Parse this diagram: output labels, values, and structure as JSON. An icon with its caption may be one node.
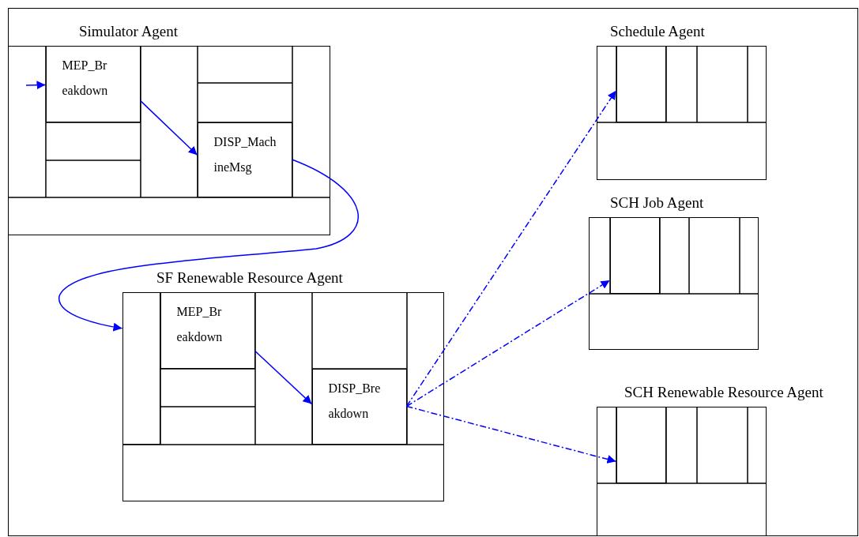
{
  "diagram": {
    "nodes": [
      {
        "text": [
          "Simulator Agent"
        ]
      },
      {
        "text": [
          "MEP_Breakdown"
        ],
        "in": 0
      },
      {
        "text": [
          "DISP_MachineMsg"
        ],
        "in": 0
      },
      {
        "text": [
          "Schedule Agent"
        ]
      },
      {
        "text": [],
        "shape": "box",
        "in": 3
      },
      {
        "text": [
          "SCH Job Agent"
        ]
      },
      {
        "text": [],
        "shape": "box",
        "in": 5
      },
      {
        "text": [
          "SF Renewable Resource Agent"
        ]
      },
      {
        "text": [],
        "shape": "box",
        "in": 7
      },
      {
        "text": [
          "MEP_Breakdown"
        ],
        "in": 7
      },
      {
        "text": [
          "DISP_Breakdown"
        ],
        "in": 7
      },
      {
        "text": [
          "SCH Renewable Resource Agent"
        ]
      },
      {
        "text": [],
        "shape": "box",
        "in": 11
      }
    ],
    "edges": [
      {
        "from": null,
        "to": 1,
        "arrow": "to"
      },
      {
        "from": 1,
        "to": 2,
        "arrow": "to"
      },
      {
        "from": 2,
        "to": 8,
        "arrow": "to"
      },
      {
        "from": 9,
        "to": 10,
        "arrow": "to"
      },
      {
        "from": 10,
        "to": 4,
        "arrow": "to",
        "style": "dashed"
      },
      {
        "from": 10,
        "to": 6,
        "arrow": "to",
        "style": "dashed"
      },
      {
        "from": 10,
        "to": 12,
        "arrow": "to",
        "style": "dashed"
      }
    ]
  }
}
